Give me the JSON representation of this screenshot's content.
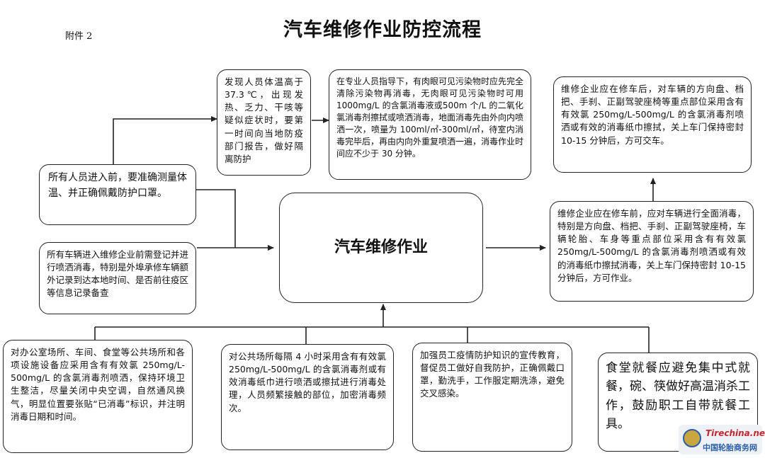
{
  "header": {
    "attachment": "附件 2",
    "title": "汽车维修作业防控流程"
  },
  "center": {
    "label": "汽车维修作业"
  },
  "boxes": {
    "people_entry": "所有人员进入前，要准确测量体温、并正确佩戴防护口罩。",
    "vehicle_entry": "所有车辆进入维修企业前需登记并进行喷洒消毒，特别是外埠承修车辆额外记录到达本地时间、是否前往疫区等信息记录备查",
    "fever_report": "发现人员体温高于 37.3℃，出现发热、乏力、干咳等疑似症状时，要第一时间向当地防疫部门报告，做好隔离防护",
    "disinfection_guide": "在专业人员指导下，有肉眼可见污染物时应先完全清除污染物再消毒，无肉眼可见污染物时可用 1000mg/L 的含氯消毒液或500m 个/L 的二氧化氯消毒剂擦拭或喷洒消毒，地面消毒先由外向内喷洒一次，喷量为 100ml/㎡-300ml/㎡，待室内消毒完毕后，再由内向外重复喷洒一遍，消毒作业时间应不少于 30 分钟。",
    "after_repair": "维修企业应在修车后，对车辆的方向盘、档把、手刹、正副驾驶座椅等重点部位采用含有有效氯 250mg/L-500mg/L 的含氯消毒剂喷洒或有效的消毒纸巾擦拭，关上车门保持密封 10-15 分钟后，方可交车。",
    "before_repair": "维修企业应在修车前，应对车辆进行全面消毒，特别是方向盘、档把、手刹、正副驾驶座椅，车辆轮胎、车身等重点部位采用含有有效氯 250mg/L-500mg/L 的含氯消毒剂喷洒或有效的消毒纸巾擦拭消毒，关上车门保持密封 10-15 分钟后，方可作业。",
    "office_public": "对办公室场所、车间、食堂等公共场所和各项设施设备应采用含有有效氯 250mg/L-500mg/L 的含氯消毒剂喷洒，保持环境卫生整洁，尽量关闭中央空调，自然通风换气，明显位置要张贴“已消毒”标识，并注明消毒日期和时间。",
    "public_4h": "对公共场所每隔 4 小时采用含有有效氯 250mg/L-500mg/L 的含氯消毒剂或有效消毒纸巾进行喷洒或擦拭进行消毒处理，人员频繁接触的部位，加密消毒频次。",
    "staff_education": "加强员工疫情防护知识的宣传教育，督促员工做好自我防护，正确佩戴口罩，勤洗手，工作服定期洗涤，避免交叉感染。",
    "canteen": "食堂就餐应避免集中式就餐，碗、筷做好高温消杀工作，鼓励职工自带就餐工具。"
  },
  "watermark": {
    "en": "Tirechina.net",
    "cn": "中国轮胎商务网"
  },
  "colors": {
    "line": "#222222",
    "logo_red": "#c6262e",
    "logo_blue": "#2a5ea8"
  }
}
